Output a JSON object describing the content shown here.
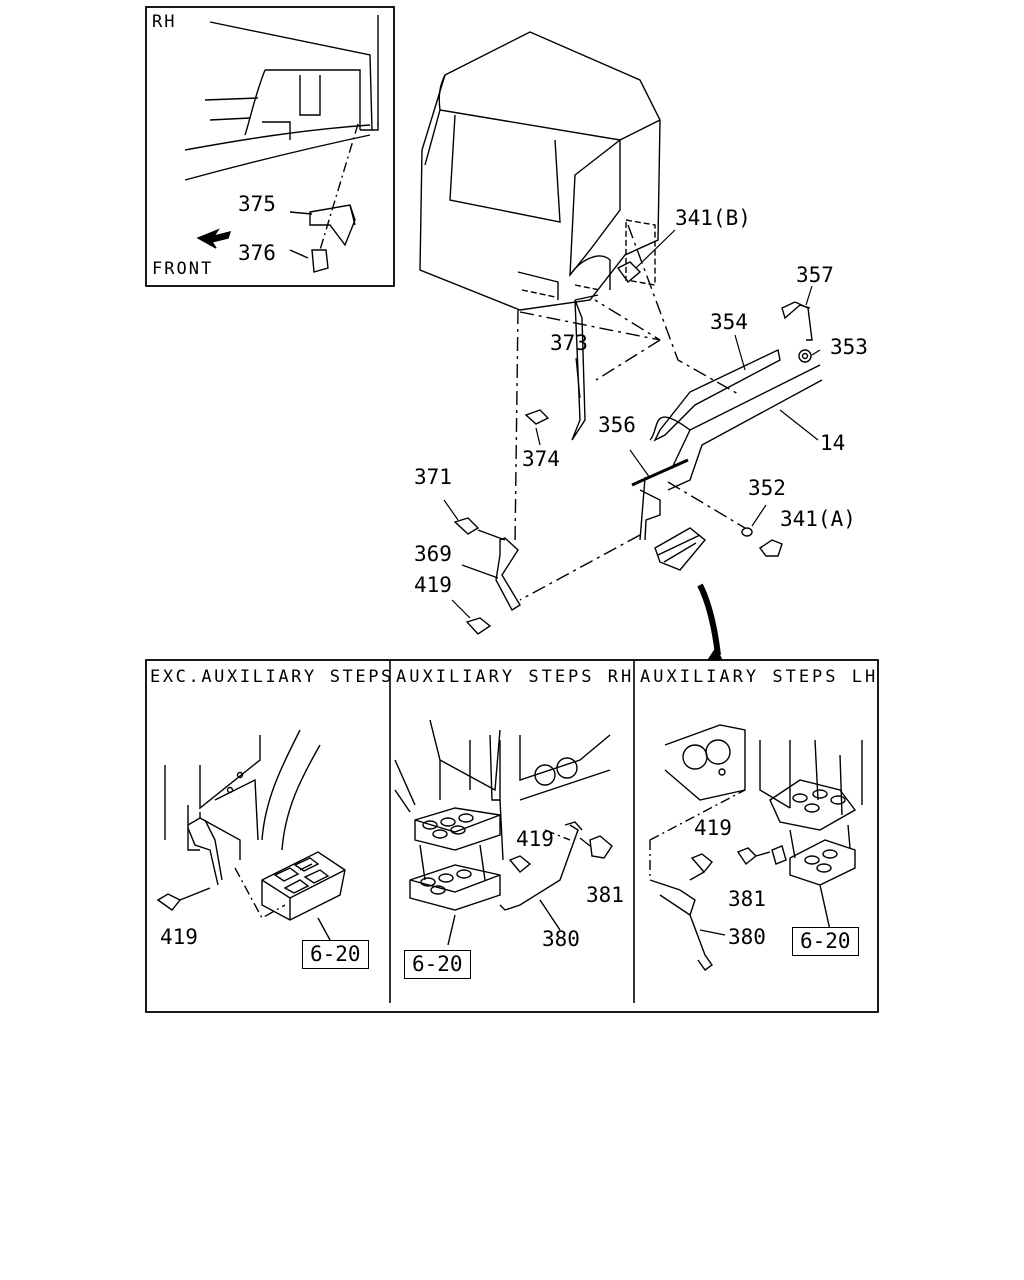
{
  "inset": {
    "side_label": "RH",
    "front_label": "FRONT",
    "callouts": [
      "375",
      "376"
    ]
  },
  "main": {
    "callouts": [
      "341(B)",
      "357",
      "354",
      "353",
      "373",
      "356",
      "14",
      "374",
      "352",
      "371",
      "341(A)",
      "369",
      "419"
    ]
  },
  "panels": [
    {
      "title": "EXC.AUXILIARY STEPS",
      "callouts": [
        "419"
      ],
      "ref": "6-20"
    },
    {
      "title": "AUXILIARY STEPS RH",
      "callouts": [
        "419",
        "381",
        "380"
      ],
      "ref": "6-20"
    },
    {
      "title": "AUXILIARY STEPS LH",
      "callouts": [
        "419",
        "381",
        "380"
      ],
      "ref": "6-20"
    }
  ]
}
